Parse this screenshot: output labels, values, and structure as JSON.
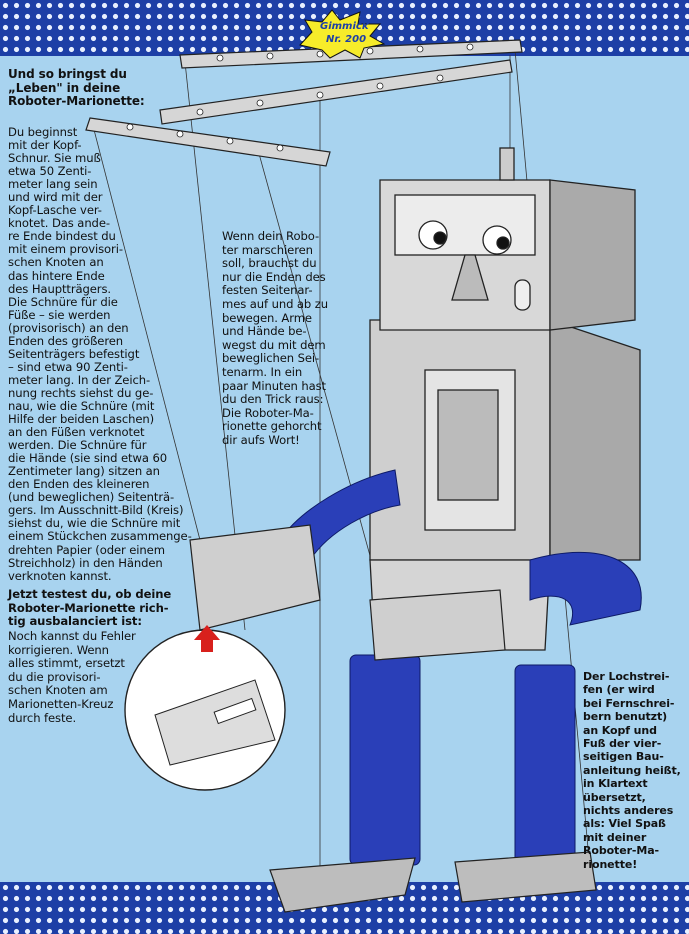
{
  "badge": {
    "line1": "Gimmick",
    "line2": "Nr. 200"
  },
  "intro": {
    "heading": "Und so bringst du\n„Leben\" in deine\nRoboter-Marionette:",
    "body": "Du beginnst\nmit der Kopf-\nSchnur. Sie muß\netwa 50 Zenti-\nmeter lang sein\nund wird mit der\nKopf-Lasche ver-\nknotet. Das ande-\nre Ende bindest du\nmit einem provisori-\nschen Knoten an\ndas hintere Ende\ndes Hauptträgers.\nDie Schnüre für die\nFüße – sie werden\n(provisorisch) an den\nEnden des größeren\nSeitenträgers befestigt\n– sind etwa 90 Zenti-\nmeter lang. In der Zeich-\nnung rechts siehst du ge-\nnau, wie die Schnüre (mit\nHilfe der beiden Laschen)\nan den Füßen verknotet\nwerden. Die Schnüre für\ndie Hände (sie sind etwa 60\nZentimeter lang) sitzen an\nden Enden des kleineren\n(und beweglichen) Seitenträ-\ngers. Im Ausschnitt-Bild (Kreis)\nsiehst du, wie die Schnüre mit\neinem Stückchen zusammenge-\ndrehten Papier (oder einem\nStreichholz) in den Händen\nverknoten kannst."
  },
  "test": {
    "heading": "Jetzt testest du, ob deine\nRoboter-Marionette rich-\ntig ausbalanciert ist:",
    "body": "Noch kannst du Fehler\nkorrigieren. Wenn\nalles stimmt, ersetzt\ndu die provisori-\nschen Knoten am\nMarionetten-Kreuz\ndurch feste."
  },
  "middle": {
    "body": "Wenn dein Robo-\nter marschieren\nsoll, brauchst du\nnur die Enden des\nfesten Seitenar-\nmes auf und ab zu\nbewegen. Arme\nund Hände be-\nwegst du mit dem\nbeweglichen Sei-\ntenarm. In ein\npaar Minuten hast\ndu den Trick raus:\nDie Roboter-Ma-\nrionette gehorcht\ndir aufs Wort!"
  },
  "side": {
    "body": "Der Lochstrei-\nfen (er wird\nbei Fernschrei-\nbern benutzt)\nan Kopf und\nFuß der vier-\nseitigen Bau-\nanleitung heißt,\nin Klartext\nübersetzt,\nnichts anderes\nals: Viel Spaß\nmit deiner\nRoboter-Ma-\nrionette!"
  },
  "colors": {
    "background": "#a8d3ef",
    "band": "#1d3fa6",
    "accordion": "#2a3fb8",
    "badge": "#f7ec2a",
    "arrow": "#d8201c"
  }
}
